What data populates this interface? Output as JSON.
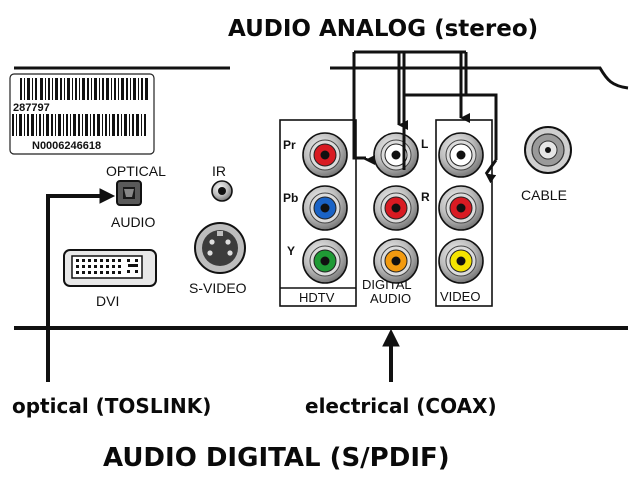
{
  "title_top": "AUDIO ANALOG (stereo)",
  "title_bottom": "AUDIO DIGITAL (S/PDIF)",
  "callout_optical": "optical (TOSLINK)",
  "callout_coax": "electrical (COAX)",
  "barcode": {
    "number_top": "287797",
    "serial": "N0006246618"
  },
  "panel_labels": {
    "optical": "OPTICAL",
    "audio": "AUDIO",
    "ir": "IR",
    "s_video": "S-VIDEO",
    "dvi": "DVI",
    "hdtv": "HDTV",
    "pr": "Pr",
    "pb": "Pb",
    "y": "Y",
    "digital": "DIGITAL",
    "digital_audio": "AUDIO",
    "l": "L",
    "r": "R",
    "video": "VIDEO",
    "cable": "CABLE"
  },
  "colors": {
    "red": "#d81a22",
    "blue": "#1a63c6",
    "green": "#1f9a35",
    "white": "#ffffff",
    "orange": "#f29a10",
    "yellow": "#f5e400"
  }
}
